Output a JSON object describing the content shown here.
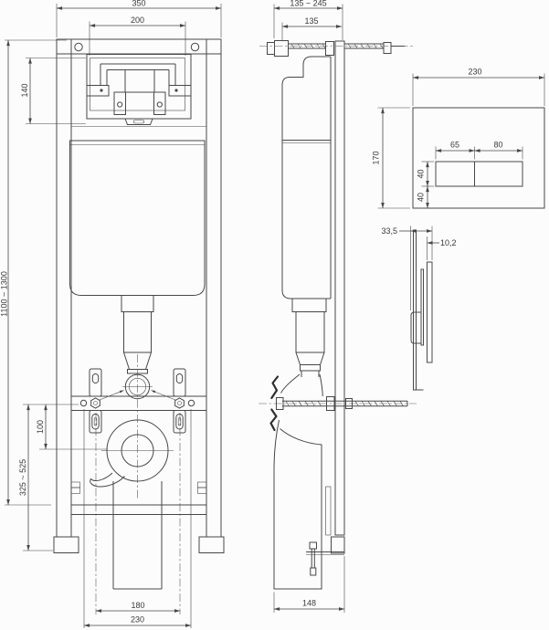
{
  "front_view": {
    "frame_width": "350",
    "bracket_plate_width": "200",
    "bracket_plate_height": "140",
    "frame_height_range": "1100 ~ 1300",
    "outlet_center_offset": "100",
    "outlet_height_range": "325 ~ 525",
    "pan_bolt_spacing": "180",
    "pan_fixing_spacing": "230"
  },
  "side_view": {
    "depth_range": "135 ~ 245",
    "depth": "135",
    "base_depth": "148"
  },
  "push_plate": {
    "width": "230",
    "height": "170",
    "button_left_width": "65",
    "button_right_width": "80",
    "button_height": "40",
    "button_bottom_offset": "40",
    "profile_depth": "33,5",
    "panel_thickness": "10,2"
  }
}
